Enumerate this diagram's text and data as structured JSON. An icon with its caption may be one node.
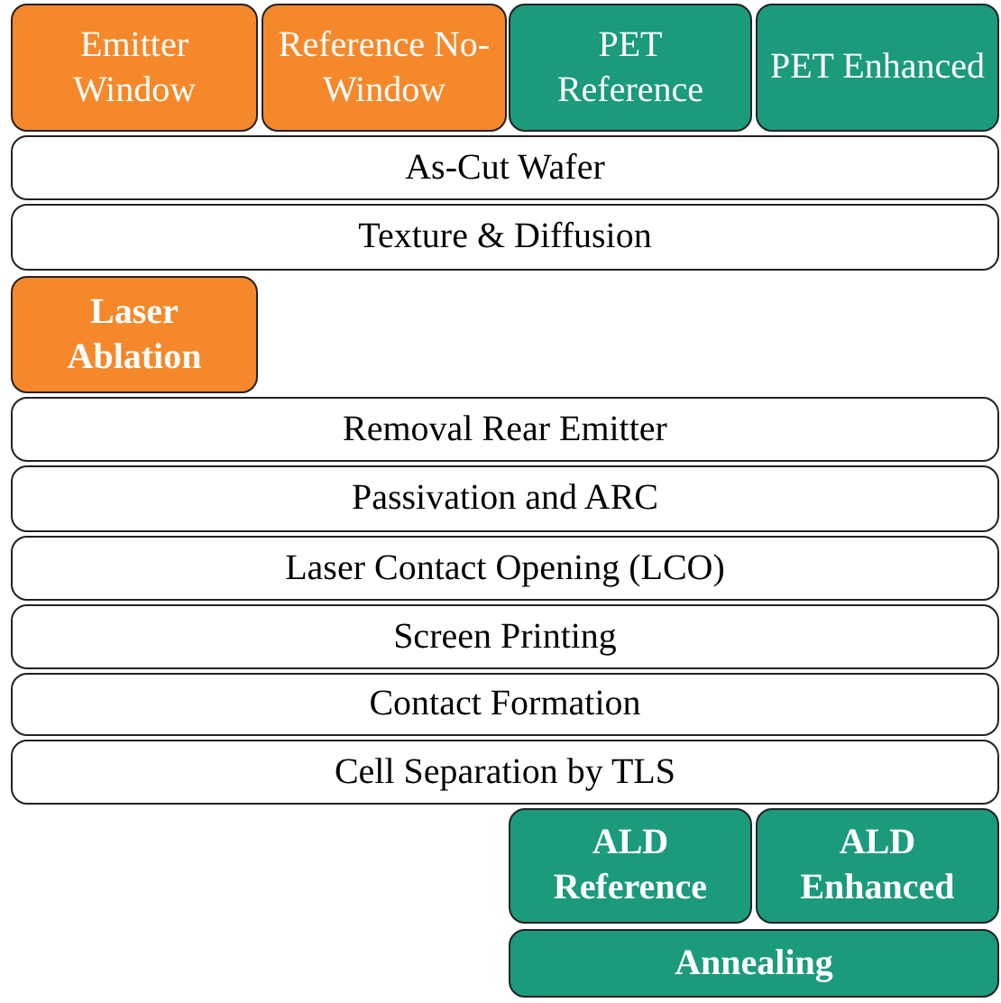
{
  "diagram": {
    "nodes": [
      {
        "text": [
          "Emitter Window"
        ]
      },
      {
        "text": [
          "Reference No-Window"
        ]
      },
      {
        "text": [
          "PET Reference"
        ]
      },
      {
        "text": [
          "PET Enhanced"
        ]
      },
      {
        "text": [
          "As-Cut Wafer"
        ]
      },
      {
        "text": [
          "Texture & Diffusion"
        ]
      },
      {
        "text": [
          "Laser Ablation"
        ]
      },
      {
        "text": [
          "Removal Rear Emitter"
        ]
      },
      {
        "text": [
          "Passivation and ARC"
        ]
      },
      {
        "text": [
          "Laser Contact Opening (LCO)"
        ]
      },
      {
        "text": [
          "Screen Printing"
        ]
      },
      {
        "text": [
          "Contact Formation"
        ]
      },
      {
        "text": [
          "Cell Separation by TLS"
        ]
      },
      {
        "text": [
          "ALD Reference"
        ]
      },
      {
        "text": [
          "ALD Enhanced"
        ]
      },
      {
        "text": [
          "Annealing"
        ]
      }
    ]
  }
}
